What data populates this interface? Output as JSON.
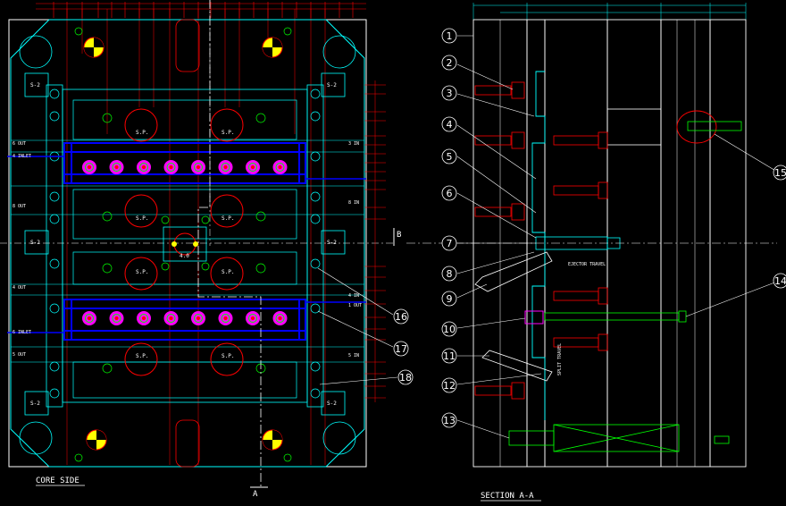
{
  "views": {
    "core_caption": "CORE SIDE",
    "section_caption": "SECTION A-A",
    "section_mark_a": "A",
    "section_mark_b": "B"
  },
  "plan_labels": {
    "sprue": "S.P.",
    "corner_pin": "S-2",
    "center_block": "4.0",
    "left_ports": [
      "6 OUT",
      "4 INLET",
      "8 OUT",
      "4 OUT",
      "6 INLET",
      "5 OUT"
    ],
    "right_ports": [
      "3 IN",
      "8 IN",
      "4 IN",
      "1 OUT",
      "5 IN"
    ]
  },
  "section_labels": {
    "ejector_stroke": "EJECTOR TRAVEL",
    "split_stroke": "SPLIT TRAVEL"
  },
  "callouts": [
    "1",
    "2",
    "3",
    "4",
    "5",
    "6",
    "7",
    "8",
    "9",
    "10",
    "11",
    "12",
    "13",
    "14",
    "15",
    "16",
    "17",
    "18"
  ],
  "colors": {
    "background": "#000000",
    "outline": "#ffffff",
    "primary": "#00ffff",
    "accent": "#ff0000",
    "highlight": "#ffff00",
    "cooling": "#0000ff",
    "gate": "#ff00ff",
    "leader": "#00ff00"
  }
}
